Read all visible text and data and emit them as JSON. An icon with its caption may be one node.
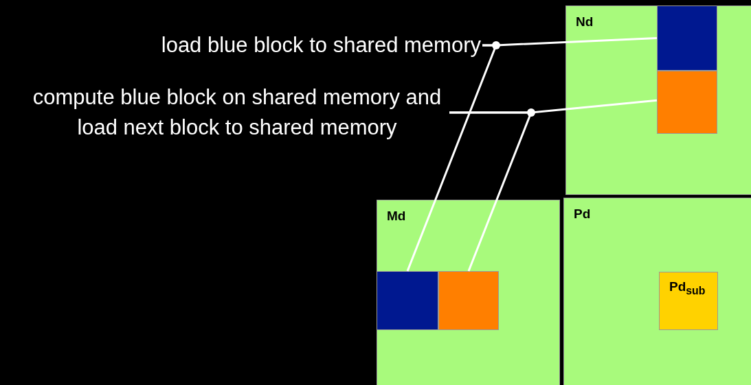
{
  "diagram": {
    "nodes": [
      {
        "text": [
          "load blue block to shared memory"
        ]
      },
      {
        "text": [
          "compute blue block on shared memory and load next block to shared memory"
        ]
      },
      {
        "text": [
          "Nd"
        ]
      },
      {
        "text": [],
        "shape": "box",
        "in": 2
      },
      {
        "text": [],
        "shape": "box",
        "in": 2
      },
      {
        "text": [
          "Md"
        ]
      },
      {
        "text": [],
        "shape": "box",
        "in": 5
      },
      {
        "text": [],
        "shape": "box",
        "in": 5
      },
      {
        "text": [
          "Pd"
        ]
      },
      {
        "text": [
          "Pd$_{sub}$"
        ],
        "in": 8
      }
    ],
    "edges": [
      {
        "from": 0,
        "to": 3,
        "arrow": "none"
      },
      {
        "from": 0,
        "to": 6,
        "arrow": "none"
      },
      {
        "from": 1,
        "to": 4,
        "arrow": "none"
      },
      {
        "from": 1,
        "to": 7,
        "arrow": "none"
      }
    ]
  }
}
